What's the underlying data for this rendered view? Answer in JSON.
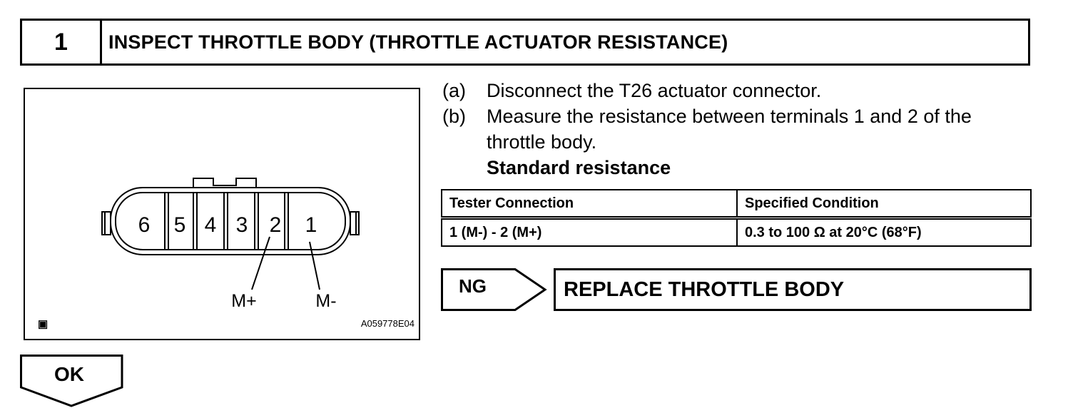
{
  "step": {
    "number": "1",
    "title": "INSPECT THROTTLE BODY (THROTTLE ACTUATOR RESISTANCE)"
  },
  "figure": {
    "terminals": [
      "6",
      "5",
      "4",
      "3",
      "2",
      "1"
    ],
    "labels": {
      "m_plus": "M+",
      "m_minus": "M-"
    },
    "figure_id": "A059778E04"
  },
  "instructions": [
    {
      "tag": "(a)",
      "text": "Disconnect the T26 actuator connector."
    },
    {
      "tag": "(b)",
      "lines": [
        "Measure the resistance between terminals 1 and 2 of the",
        "throttle body."
      ],
      "subheading": "Standard resistance"
    }
  ],
  "spec_table": {
    "headers": [
      "Tester Connection",
      "Specified Condition"
    ],
    "rows": [
      [
        "1 (M-) - 2 (M+)",
        "0.3 to 100 Ω at 20°C (68°F)"
      ]
    ]
  },
  "results": {
    "ng_label": "NG",
    "ng_action": "REPLACE THROTTLE BODY",
    "ok_label": "OK"
  }
}
